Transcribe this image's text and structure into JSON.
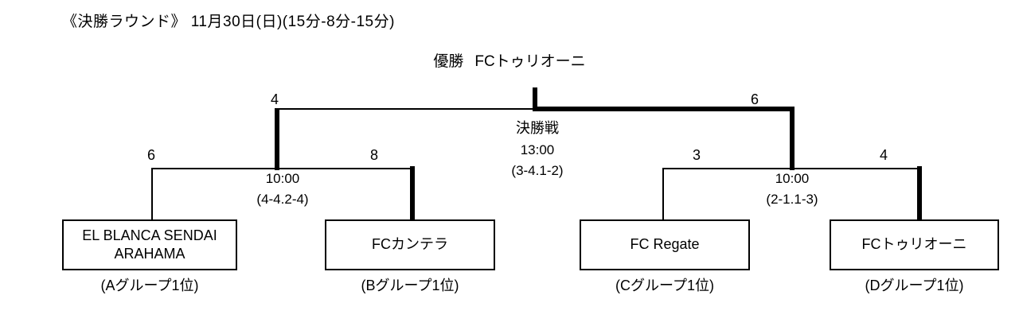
{
  "header": {
    "title": "《決勝ラウンド》 11月30日(日)(15分-8分-15分)"
  },
  "champion": {
    "label": "優勝",
    "team": "FCトゥリオーニ"
  },
  "final": {
    "name": "決勝戦",
    "time": "13:00",
    "detail": "(3-4.1-2)",
    "left_score": "4",
    "right_score": "6"
  },
  "semifinals": [
    {
      "side": "left",
      "time": "10:00",
      "detail": "(4-4.2-4)",
      "left_score": "6",
      "right_score": "8"
    },
    {
      "side": "right",
      "time": "10:00",
      "detail": "(2-1.1-3)",
      "left_score": "3",
      "right_score": "4"
    }
  ],
  "teams": [
    {
      "name": "EL BLANCA SENDAI ARAHAMA",
      "line1": "EL  BLANCA  SENDAI",
      "line2": "ARAHAMA",
      "group": "(Aグループ1位)"
    },
    {
      "name": "FCカンテラ",
      "line1": "FCカンテラ",
      "line2": "",
      "group": "(Bグループ1位)"
    },
    {
      "name": "FC Regate",
      "line1": "FC  Regate",
      "line2": "",
      "group": "(Cグループ1位)"
    },
    {
      "name": "FCトゥリオーニ",
      "line1": "FCトゥリオーニ",
      "line2": "",
      "group": "(Dグループ1位)"
    }
  ],
  "colors": {
    "line": "#000000",
    "background": "#ffffff",
    "text": "#000000"
  }
}
